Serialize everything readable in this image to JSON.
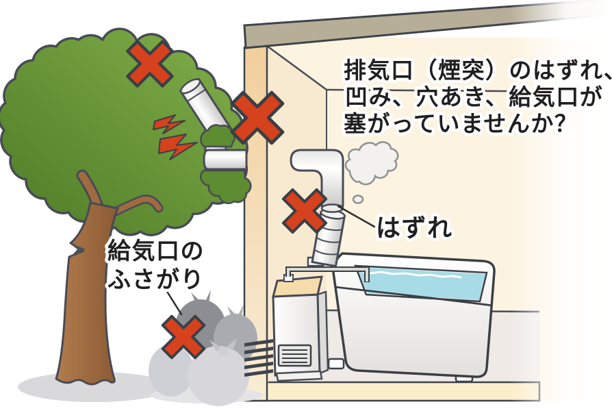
{
  "illustration": {
    "labels": {
      "issue_note": {
        "line1": "排気口（煙突）のはずれ、",
        "line2": "凹み、穴あき、給気口が",
        "line3": "塞がっていませんか？"
      },
      "detached": "はずれ",
      "intake": {
        "line1": "給気口の",
        "line2": "ふさがり"
      }
    },
    "icons": {
      "cross_marks": [
        "tree-top",
        "wall-exhaust-pipe",
        "flue-joint",
        "garbage-bags"
      ],
      "crack_marks": "red crack bolts at broken chimney",
      "steam_cloud": "exhaust leaking at detached flue joint"
    },
    "colors": {
      "cross_red": "#d6411e",
      "tree_green_light": "#83b04a",
      "tree_green_dark": "#4e7a26",
      "trunk_brown": "#a06b40",
      "beam_gray": "#b7ae97",
      "wall_tan": "#f2cf9c",
      "interior_cream": "#fcf3e0",
      "water_blue": "#a7dbe5",
      "floor_gray": "#efeae6",
      "foundation_cream": "#fbeecb",
      "outline_dark": "#474b55"
    }
  }
}
